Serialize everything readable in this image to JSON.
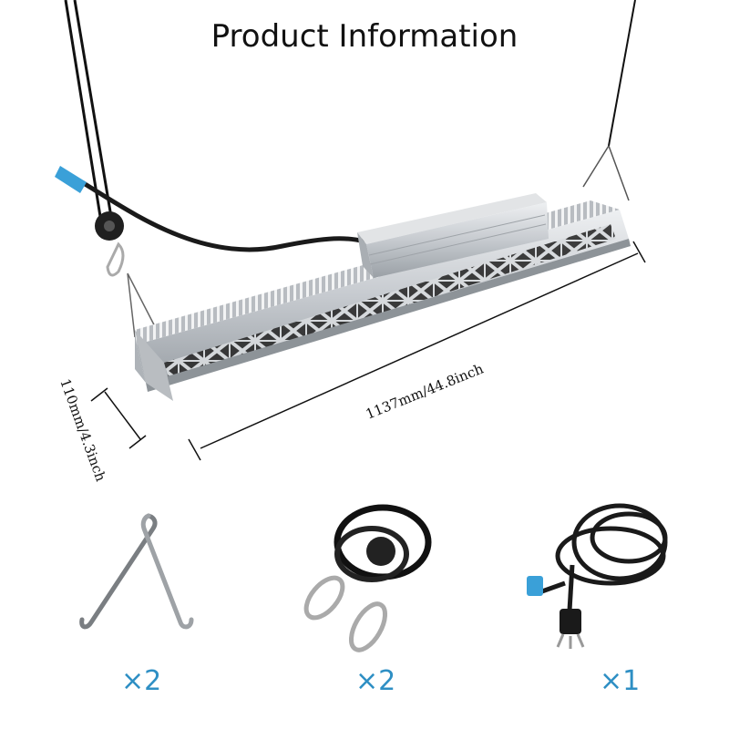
{
  "title": "Product Information",
  "dimensions": {
    "length_label": "1137mm/44.8inch",
    "width_label": "110mm/4.3inch"
  },
  "accessories": [
    {
      "name": "V-hook hanger",
      "quantity_label": "×2"
    },
    {
      "name": "Rope ratchet hanger",
      "quantity_label": "×2"
    },
    {
      "name": "Power cord",
      "quantity_label": "×1"
    }
  ],
  "colors": {
    "quantity": "#2e8fc4",
    "housing": "#c9cdd2",
    "cable": "#1a1a1a",
    "connector": "#3aa0d8"
  }
}
